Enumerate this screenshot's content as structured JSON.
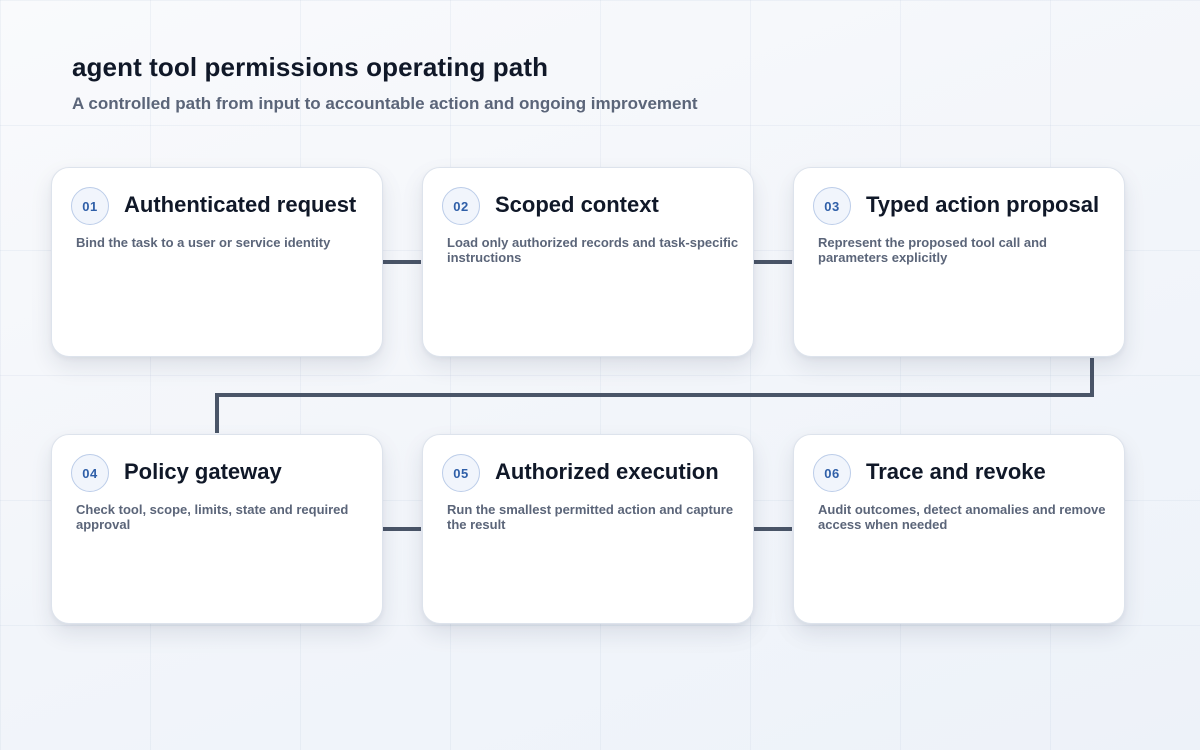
{
  "header": {
    "title": "agent tool permissions operating path",
    "subtitle": "A controlled path from input to accountable action and ongoing improvement"
  },
  "colors": {
    "connector": "#4a5568",
    "badge_text": "#2f5fa8",
    "badge_border": "#bccde9",
    "card_bg": "#ffffff",
    "title_text": "#101828",
    "body_text": "#5b6579"
  },
  "steps": [
    {
      "number": "01",
      "title": "Authenticated request",
      "description": "Bind the task to a user or service identity"
    },
    {
      "number": "02",
      "title": "Scoped context",
      "description": "Load only authorized records and task-specific instructions"
    },
    {
      "number": "03",
      "title": "Typed action proposal",
      "description": "Represent the proposed tool call and parameters explicitly"
    },
    {
      "number": "04",
      "title": "Policy gateway",
      "description": "Check tool, scope, limits, state and required approval"
    },
    {
      "number": "05",
      "title": "Authorized execution",
      "description": "Run the smallest permitted action and capture the result"
    },
    {
      "number": "06",
      "title": "Trace and revoke",
      "description": "Audit outcomes, detect anomalies and remove access when needed"
    }
  ]
}
